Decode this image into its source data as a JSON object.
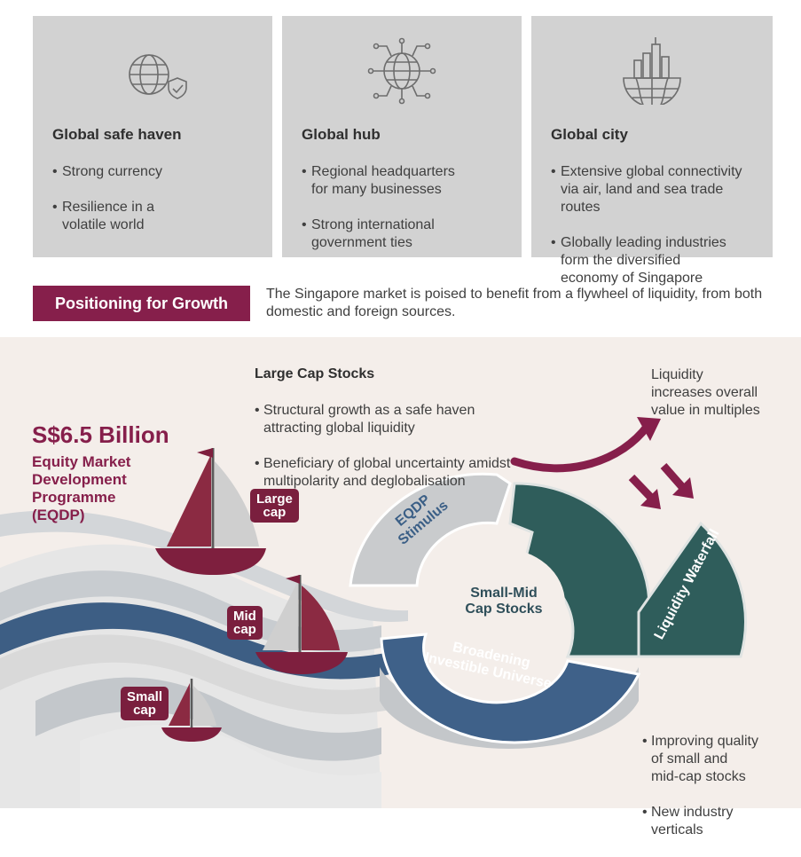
{
  "cards": [
    {
      "title": "Global safe haven",
      "icon": "globe-shield-icon",
      "bullets": [
        "Strong currency",
        "Resilience in a\nvolatile world"
      ]
    },
    {
      "title": "Global hub",
      "icon": "globe-network-icon",
      "bullets": [
        "Regional headquarters\nfor many businesses",
        "Strong international\ngovernment ties"
      ]
    },
    {
      "title": "Global city",
      "icon": "globe-city-icon",
      "bullets": [
        "Extensive global connectivity\nvia air, land and sea trade\nroutes",
        "Globally leading industries\nform the diversified\neconomy of Singapore"
      ]
    }
  ],
  "positioning": {
    "badge": "Positioning for Growth",
    "text": "The Singapore market is poised to benefit from a flywheel of liquidity, from both domestic and foreign sources."
  },
  "large_caps": {
    "title": "Large Cap Stocks",
    "bullets": [
      "Structural growth as a safe haven\nattracting global liquidity",
      "Beneficiary of global uncertainty amidst\nmultipolarity and deglobalisation"
    ]
  },
  "liquidity_note": "Liquidity\nincreases overall\nvalue in multiples",
  "eqdp": {
    "amount": "S$6.5 Billion",
    "name": "Equity Market\nDevelopment\nProgramme\n(EQDP)"
  },
  "cap_tags": {
    "large": "Large\ncap",
    "mid": "Mid\ncap",
    "small": "Small\ncap"
  },
  "ring": {
    "stimulus": "EQDP\nStimulus",
    "waterfall": "Liquidity Waterfall",
    "universe": "Broadening\nInvestible Universe",
    "center": "Small-Mid\nCap Stocks"
  },
  "small_mid": {
    "bullets": [
      "Improving quality\nof small and\nmid-cap stocks",
      "New industry\nverticals"
    ]
  },
  "colors": {
    "accent": "#861f4b",
    "teal": "#2f5d5b",
    "blue": "#3f6189",
    "card_bg": "#d2d2d2",
    "gray_segment": "#c9cbcd"
  }
}
